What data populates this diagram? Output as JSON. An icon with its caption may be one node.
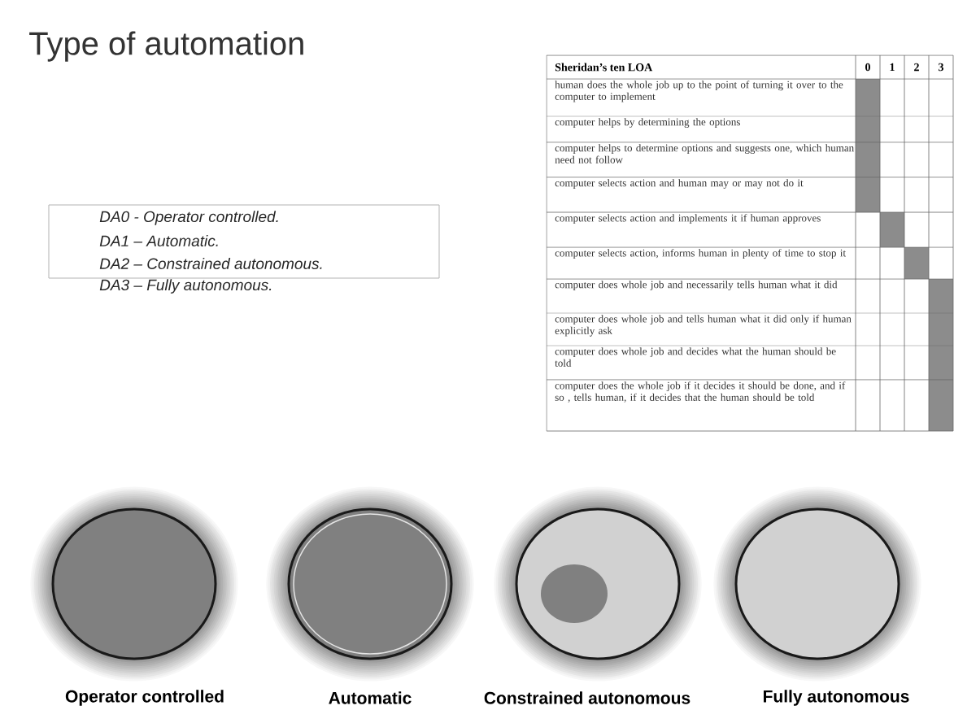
{
  "diagram": {
    "title": "Type of automation",
    "nodes": [
      {
        "text": [
          "DA0 - Operator controlled.",
          "DA1 – Automatic.",
          "DA2 – Constrained autonomous.",
          "DA3 – Fully autonomous."
        ]
      },
      {
        "text": [],
        "shape": "circle",
        "beside": [
          "Operator controlled"
        ]
      },
      {
        "text": [],
        "shape": "circle",
        "beside": [
          "Automatic"
        ]
      },
      {
        "text": [],
        "shape": "circle",
        "beside": [
          "Constrained autonomous"
        ]
      },
      {
        "text": [],
        "shape": "circle",
        "beside": [
          "Fully autonomous"
        ]
      }
    ],
    "labels": [
      "Sheridan’s ten LOA",
      "0",
      "1",
      "2",
      "3",
      "human  does the whole job up to the point of turning it over to the computer to  implement",
      "computer helps by  determining the options",
      "computer helps to determine options and suggests one,  which human need not follow",
      "computer selects action and human may  or may  not do it",
      "computer selects action and implements it if human approves",
      "computer selects action, informs human  in plenty of time to stop it",
      "computer does whole job and necessarily tells human what it did",
      "computer does whole  job and tells human what  it  did  only  if  human explicitly ask",
      "computer does whole job and decides what the human should be told",
      "computer does  the whole job if it decides  it should be done, and if so , tells human, if it decides  that  the human  should be told"
    ]
  }
}
